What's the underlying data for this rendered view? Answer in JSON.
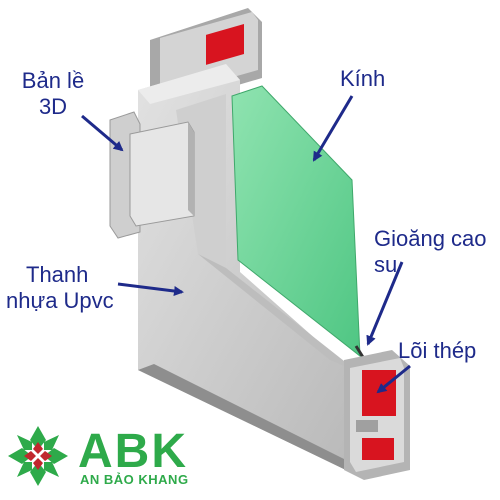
{
  "labels": {
    "hinge": [
      "Bản lề",
      "3D"
    ],
    "glass": "Kính",
    "gasket": [
      "Gioăng cao",
      "su"
    ],
    "bar": [
      "Thanh",
      "nhựa Upvc"
    ],
    "steel": "Lõi thép"
  },
  "brand": {
    "name": "ABK",
    "tagline": "AN BẢO KHANG",
    "color": "#2eaa4a",
    "logo_colors": [
      "#2eaa4a",
      "#c1272d"
    ]
  },
  "colors": {
    "label_text": "#1e2a8a",
    "arrow": "#1e2a8a",
    "profile": "#c9c9c9",
    "profile_dark": "#9e9e9e",
    "steel_core": "#d8141f",
    "glass": "#6fd69a"
  }
}
